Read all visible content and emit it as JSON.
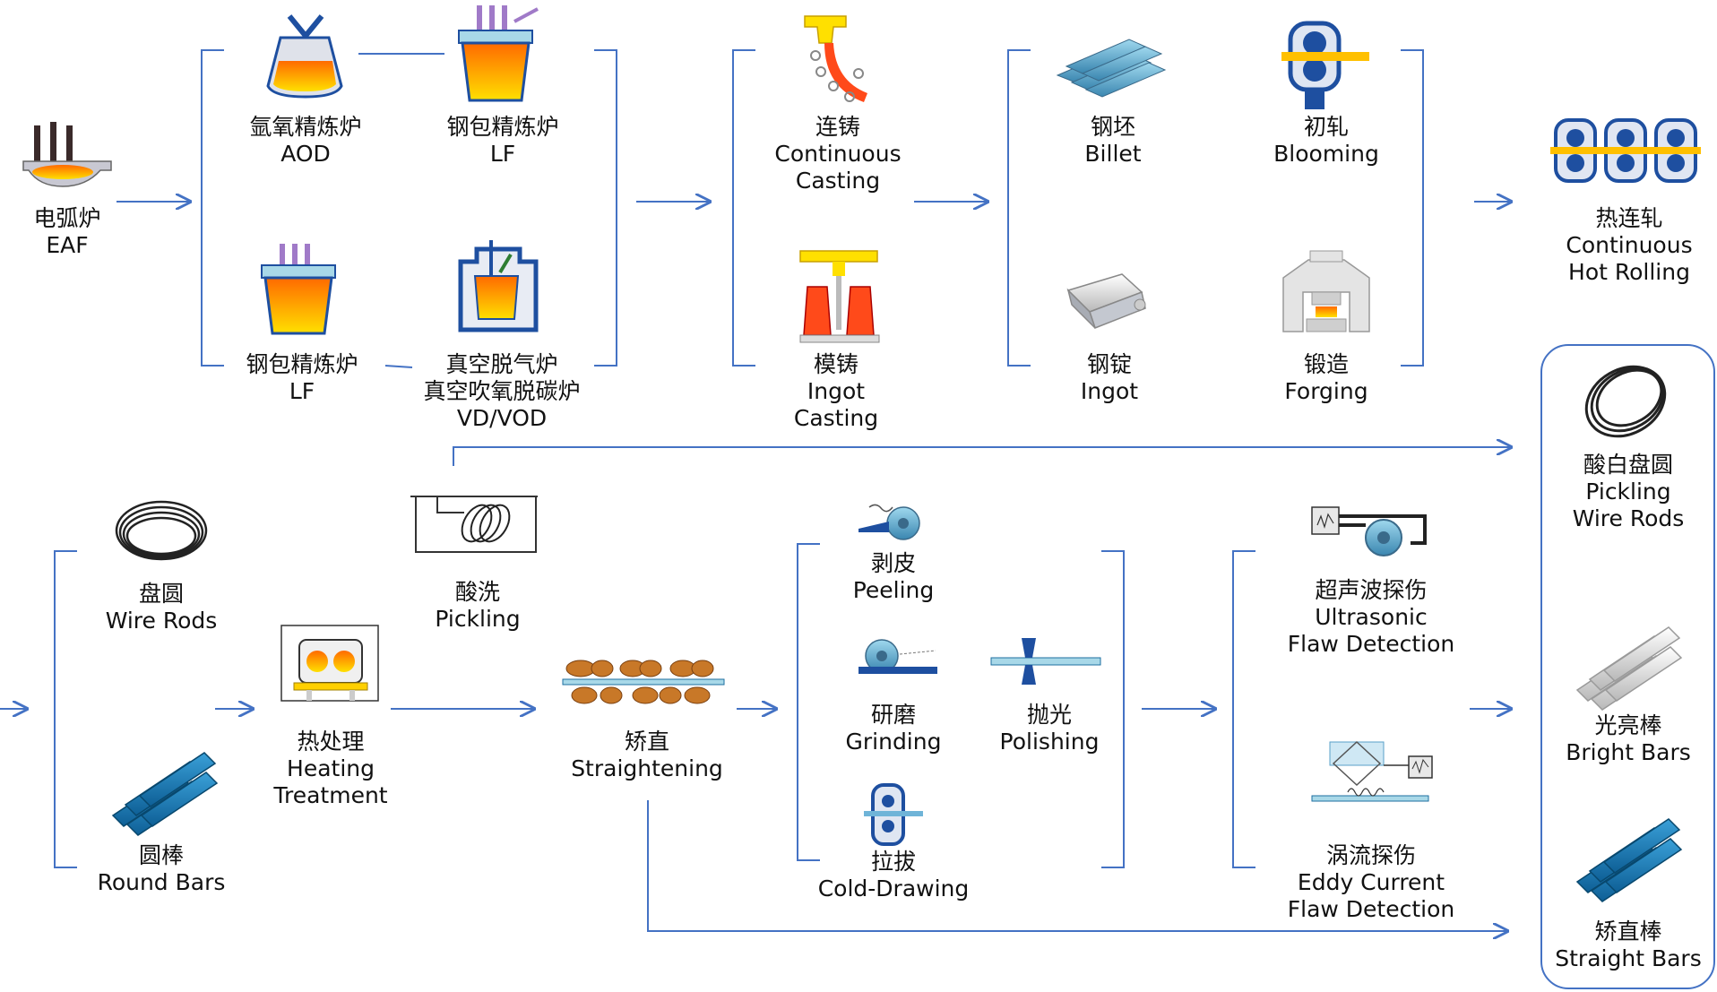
{
  "nodes": {
    "eaf": {
      "cn": "电弧炉",
      "en": "EAF"
    },
    "aod": {
      "cn": "氩氧精炼炉",
      "en": "AOD"
    },
    "lf_top": {
      "cn": "钢包精炼炉",
      "en": "LF"
    },
    "lf_bottom": {
      "cn": "钢包精炼炉",
      "en": "LF"
    },
    "vd_vod": {
      "cn1": "真空脱气炉",
      "cn2": "真空吹氧脱碳炉",
      "en": "VD/VOD"
    },
    "continuous_casting": {
      "cn": "连铸",
      "en1": "Continuous",
      "en2": "Casting"
    },
    "ingot_casting": {
      "cn": "模铸",
      "en1": "Ingot",
      "en2": "Casting"
    },
    "billet": {
      "cn": "钢坯",
      "en": "Billet"
    },
    "blooming": {
      "cn": "初轧",
      "en": "Blooming"
    },
    "ingot": {
      "cn": "钢锭",
      "en": "Ingot"
    },
    "forging": {
      "cn": "锻造",
      "en": "Forging"
    },
    "hot_rolling": {
      "cn": "热连轧",
      "en1": "Continuous",
      "en2": "Hot Rolling"
    },
    "wire_rods": {
      "cn": "盘圆",
      "en": "Wire Rods"
    },
    "round_bars": {
      "cn": "圆棒",
      "en": "Round Bars"
    },
    "pickling": {
      "cn": "酸洗",
      "en": "Pickling"
    },
    "heat_treatment": {
      "cn": "热处理",
      "en1": "Heating",
      "en2": "Treatment"
    },
    "straightening": {
      "cn": "矫直",
      "en": "Straightening"
    },
    "peeling": {
      "cn": "剥皮",
      "en": "Peeling"
    },
    "grinding": {
      "cn": "研磨",
      "en": "Grinding"
    },
    "polishing": {
      "cn": "抛光",
      "en": "Polishing"
    },
    "cold_drawing": {
      "cn": "拉拔",
      "en": "Cold-Drawing"
    },
    "ultrasonic": {
      "cn": "超声波探伤",
      "en1": "Ultrasonic",
      "en2": "Flaw Detection"
    },
    "eddy_current": {
      "cn": "涡流探伤",
      "en1": "Eddy Current",
      "en2": "Flaw Detection"
    },
    "pickling_wire_rods": {
      "cn": "酸白盘圆",
      "en1": "Pickling",
      "en2": "Wire Rods"
    },
    "bright_bars": {
      "cn": "光亮棒",
      "en": "Bright Bars"
    },
    "straight_bars": {
      "cn": "矫直棒",
      "en": "Straight Bars"
    }
  },
  "colors": {
    "arrow": "#4472c4",
    "bracket": "#4472c4",
    "flame_orange": "#ff8000",
    "flame_yellow": "#ffe000",
    "steel_blue": "#1f6fa8",
    "furnace_blue": "#1e4fa0"
  }
}
